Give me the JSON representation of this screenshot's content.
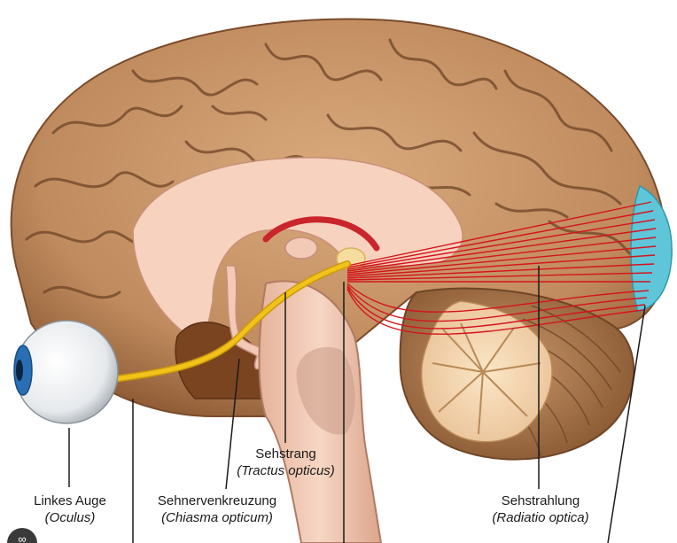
{
  "labels": {
    "eye": {
      "name": "Linkes Auge",
      "latin": "(Oculus)"
    },
    "chiasm": {
      "name": "Sehnervenkreuzung",
      "latin": "(Chiasma opticum)"
    },
    "tract": {
      "name": "Sehstrang",
      "latin": "(Tractus opticus)"
    },
    "radiation": {
      "name": "Sehstrahlung",
      "latin": "(Radiatio optica)"
    }
  },
  "colors": {
    "cortex": "#c6956a",
    "cortex_dark": "#8a5a36",
    "sulcus": "#6e4427",
    "inner": "#f3cdb8",
    "nerve": "#f2c21a",
    "radiation": "#d4141c",
    "visual_cortex": "#5fc6da",
    "cerebellum": "#a8764c",
    "brainstem": "#f0c6b0",
    "eye_iris": "#2a6fb4"
  },
  "icons": {
    "corner": "link-icon"
  }
}
